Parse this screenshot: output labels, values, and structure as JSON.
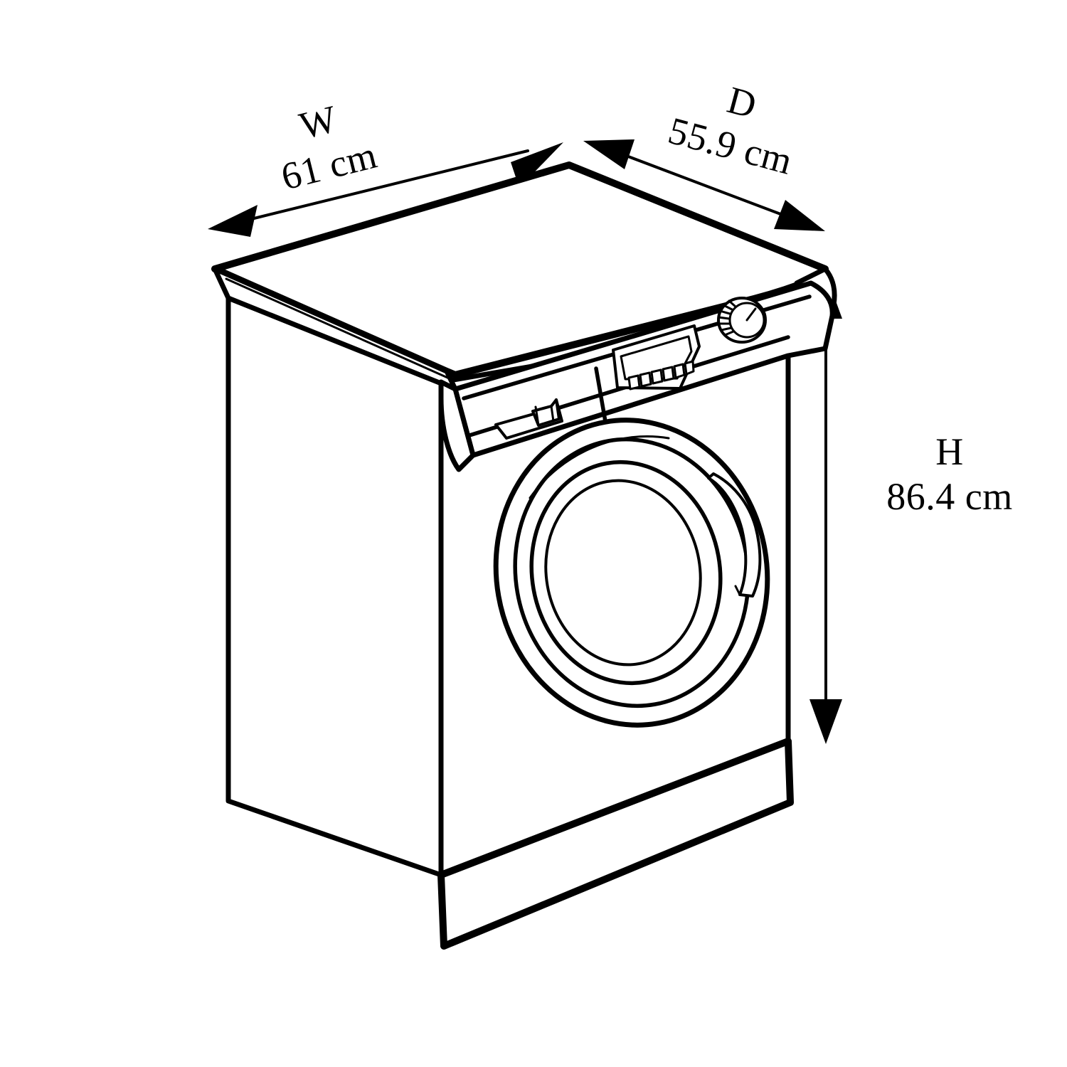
{
  "diagram": {
    "subject": "front-load washing machine",
    "view": "isometric line drawing",
    "background_color": "#ffffff",
    "line_color": "#000000"
  },
  "dimensions": {
    "width": {
      "letter": "W",
      "value": "61 cm",
      "axis": "horizontal-front-top",
      "arrow": "double-headed"
    },
    "depth": {
      "letter": "D",
      "value": "55.9 cm",
      "axis": "diagonal-top-right",
      "arrow": "double-headed"
    },
    "height": {
      "letter": "H",
      "value": "86.4 cm",
      "axis": "vertical-right",
      "arrow": "double-headed"
    }
  },
  "appliance_parts": {
    "top_panel": "top-panel",
    "left_side_panel": "left-side-panel",
    "front_face": "front-face",
    "control_panel": "control-panel",
    "detergent_drawer": "detergent-drawer-handle",
    "display": "display-screen",
    "buttons_count": 6,
    "program_knob": "program-selector-knob",
    "door": "porthole-door",
    "door_handle": "door-handle-notch",
    "plinth": "bottom-plinth"
  }
}
